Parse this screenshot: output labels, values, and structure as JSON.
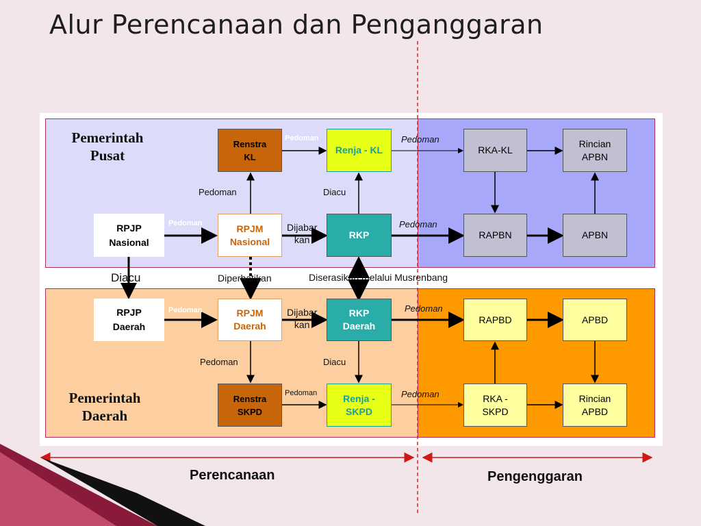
{
  "title": "Alur Perencanaan dan Penganggaran",
  "headings": {
    "pusat": "Pemerintah\nPusat",
    "daerah": "Pemerintah\nDaerah"
  },
  "nodes": {
    "renstra_kl": "Renstra\nKL",
    "renja_kl": "Renja - KL",
    "rka_kl": "RKA-KL",
    "rincian_apbn": "Rincian\nAPBN",
    "rpjp_nasional": "RPJP\nNasional",
    "rpjm_nasional": "RPJM\nNasional",
    "rkp": "RKP",
    "rapbn": "RAPBN",
    "apbn": "APBN",
    "rpjp_daerah": "RPJP\nDaerah",
    "rpjm_daerah": "RPJM\nDaerah",
    "rkp_daerah": "RKP\nDaerah",
    "rapbd": "RAPBD",
    "apbd": "APBD",
    "renstra_skpd": "Renstra\nSKPD",
    "renja_skpd": "Renja -\nSKPD",
    "rka_skpd": "RKA -\nSKPD",
    "rincian_apbd": "Rincian\nAPBD"
  },
  "edge_labels": {
    "pedoman_renstra_renja": "Pedoman",
    "pedoman_renja_rka": "Pedoman",
    "pedoman_rpjm_renstra": "Pedoman",
    "diacu_rkp_renja": "Diacu",
    "pedoman_rpjp_rpjm": "Pedoman",
    "dijabarkan_nasional": "Dijabar\nkan",
    "pedoman_rkp_rapbn": "Pedoman",
    "diacu_rpjp": "Diacu",
    "diperhatikan": "Diperhatikan",
    "diserasikan": "Diserasikan melalui Musrenbang",
    "pedoman_rpjpd_rpjmd": "Pedoman",
    "dijabarkan_daerah": "Dijabar\nkan",
    "pedoman_rkpd_rapbd": "Pedoman",
    "pedoman_rpjmd_renstra": "Pedoman",
    "diacu_rkpd_renja": "Diacu",
    "pedoman_renstra_renja_skpd": "Pedoman",
    "pedoman_renja_rka_skpd": "Pedoman"
  },
  "phases": {
    "perencanaan": "Perencanaan",
    "penganggaran": "Pengenggaran"
  },
  "colors": {
    "pusat_left": "#dcdcfa",
    "pusat_right": "#a8a8fb",
    "daerah_left": "#fdcfa0",
    "daerah_right": "#ff9900",
    "renstra": "#c8640a",
    "renja": "#e6ff14",
    "rkp": "#2aada8",
    "gray_box": "#c0c0d2",
    "yellow_box": "#ffffa0",
    "rpjm_text": "#c8640a",
    "renja_text": "#18a0a0",
    "divider": "#e02020"
  }
}
